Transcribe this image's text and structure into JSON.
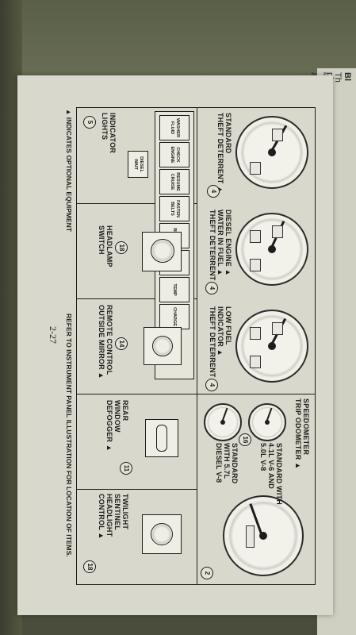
{
  "cells": {
    "standard_theft": {
      "line1": "STANDARD",
      "line2": "THEFT DETERRENT ▲",
      "number": "4"
    },
    "diesel_engine": {
      "line1": "DIESEL ENGINE ▲",
      "line2": "WATER IN FUEL ▲",
      "line3": "THEFT DETERRENT ▲",
      "number": "4"
    },
    "low_fuel": {
      "line1": "LOW FUEL",
      "line2": "INDICATOR ▲",
      "line3": "THEFT DETERRENT ▲",
      "number": "4"
    },
    "speedometer": {
      "line1": "SPEEDOMETER",
      "line2": "TRIP ODOMETER ▲",
      "number": "2"
    },
    "standard_41": {
      "line1": "STANDARD WITH",
      "line2": "4.1L V-6 AND",
      "line3": "5.0L V-8"
    },
    "standard_57": {
      "line1": "STANDARD",
      "line2": "WITH 5.7L",
      "line3": "DIESEL V-8"
    },
    "shared_number": "16",
    "indicator_lights": {
      "line1": "INDICATOR",
      "line2": "LIGHTS",
      "number": "5"
    },
    "headlamp": {
      "line1": "HEADLAMP",
      "line2": "SWITCH",
      "number": "18"
    },
    "remote_mirror": {
      "line1": "REMOTE CONTROL",
      "line2": "OUTSIDE MIRROR ▲",
      "number": "14"
    },
    "rear_defogger": {
      "line1": "REAR",
      "line2": "WINDOW",
      "line3": "DEFOGGER ▲",
      "number": "11"
    },
    "twilight": {
      "line1": "TWILIGHT",
      "line2": "SENTINEL",
      "line3": "HEADLIGHT",
      "line4": "CONTROL ▲",
      "number": "18"
    }
  },
  "indicators": {
    "washer": "WASHER FLUID",
    "check_engine": "CHECK ENGINE",
    "resume_cruise": "RESUME CRUISE",
    "fasten_belts": "FASTEN BELTS",
    "brake": "BRAKE",
    "oil": "OIL CHOKE",
    "temp": "TEMP",
    "charge": "CHARGE",
    "diesel_wait": "DIESEL WAIT"
  },
  "footer": {
    "left": "▲ INDICATES OPTIONAL EQUIPMENT",
    "right": "REFER TO INSTRUMENT PANEL ILLUSTRATION FOR LOCATION OF ITEMS.",
    "page": "2-27"
  },
  "next_page": {
    "line1": "Bl",
    "line2": "Th",
    "line3": "pi",
    "line4": "\"E",
    "line5": "a"
  }
}
